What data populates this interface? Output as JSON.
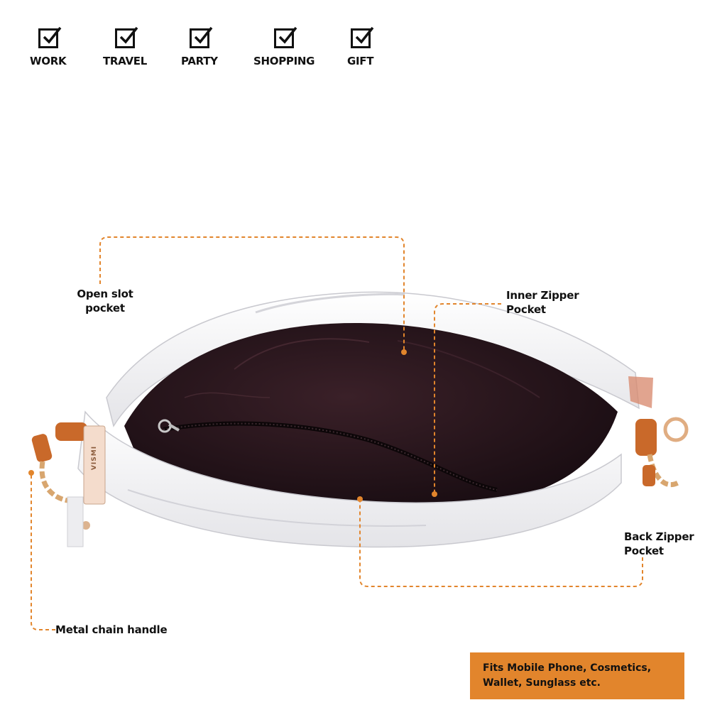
{
  "use_cases": [
    {
      "label": "WORK",
      "icon": "checkbox-checked-icon"
    },
    {
      "label": "TRAVEL",
      "icon": "checkbox-checked-icon"
    },
    {
      "label": "PARTY",
      "icon": "checkbox-checked-icon"
    },
    {
      "label": "SHOPPING",
      "icon": "checkbox-checked-icon"
    },
    {
      "label": "GIFT",
      "icon": "checkbox-checked-icon"
    }
  ],
  "callouts": {
    "open_slot": "Open slot\npocket",
    "inner_zipper": "Inner  Zipper\nPocket",
    "back_zipper": "Back Zipper\nPocket",
    "chain_handle": "Metal chain handle"
  },
  "fits_note": "Fits  Mobile Phone, Cosmetics,\nWallet, Sunglass etc.",
  "brand_tag": "VISMI",
  "colors": {
    "accent": "#e2852c",
    "bag_white": "#f2f2f4",
    "lining": "#241419",
    "leather_tan": "#c9692a",
    "chain_gold": "#d8a66f"
  }
}
